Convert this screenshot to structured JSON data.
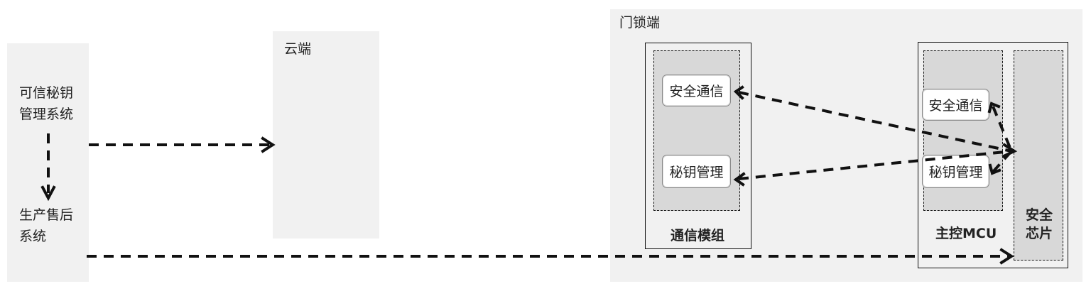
{
  "left_panel": {
    "kms_label": "可信秘钥\n管理系统",
    "factory_label": "生产售后\n系统"
  },
  "cloud_panel": {
    "title": "云端"
  },
  "door_panel": {
    "title": "门锁端",
    "comm_module": {
      "title": "通信模组",
      "functions": [
        "安全通信",
        "秘钥管理"
      ]
    },
    "main_mcu": {
      "title": "主控MCU",
      "functions": [
        "安全通信",
        "秘钥管理"
      ]
    },
    "security_chip": {
      "title": "安全\n芯片"
    }
  }
}
